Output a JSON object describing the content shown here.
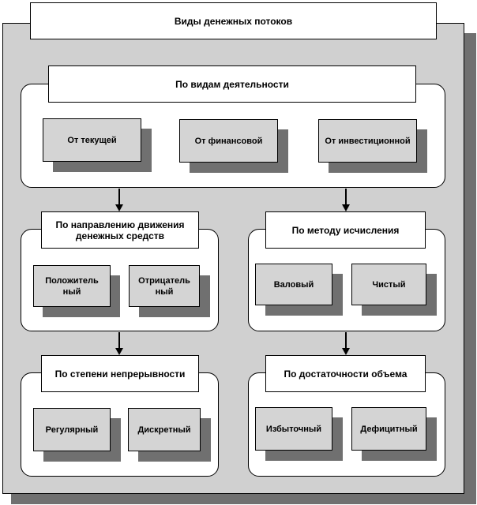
{
  "root": {
    "title": "Виды денежных потоков"
  },
  "activity": {
    "title": "По видам деятельности",
    "items": [
      "От текущей",
      "От финансовой",
      "От инвестиционной"
    ]
  },
  "direction": {
    "title": "По направлению движения\nденежных средств",
    "items": [
      "Положитель\nный",
      "Отрицатель\nный"
    ]
  },
  "calculation": {
    "title": "По методу исчисления",
    "items": [
      "Валовый",
      "Чистый"
    ]
  },
  "continuity": {
    "title": "По степени непрерывности",
    "items": [
      "Регулярный",
      "Дискретный"
    ]
  },
  "sufficiency": {
    "title": "По достаточности объема",
    "items": [
      "Избыточный",
      "Дефицитный"
    ]
  }
}
